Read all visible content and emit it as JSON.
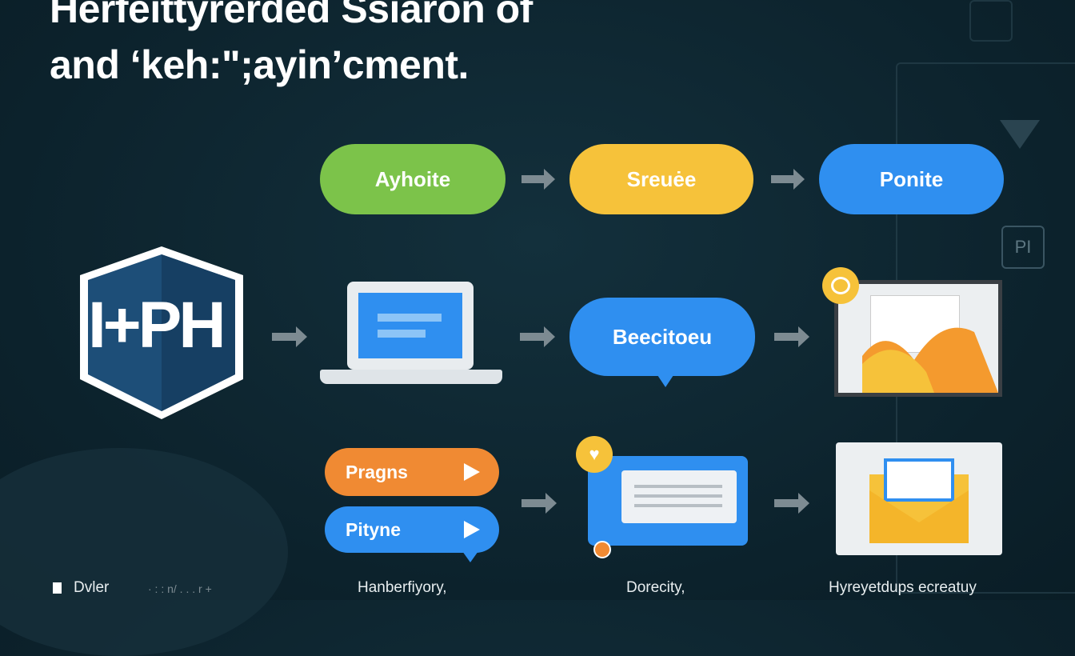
{
  "title": {
    "line1": "Herfeittyrerded Ssiaron of",
    "line2": "and ‘keh:\";ayin’cment."
  },
  "row1": {
    "pill1": "Ayhoite",
    "pill2": "Sreuėe",
    "pill3": "Ponite"
  },
  "logo": {
    "text": "I+PH"
  },
  "row2": {
    "bubble": "Beecitoeu"
  },
  "row3": {
    "pill_orange": "Pragns",
    "pill_blue": "Pityne"
  },
  "side": {
    "badge": "PI"
  },
  "footer": {
    "legend": "Dvler",
    "legend_extra": "· : : n/  . . . r +",
    "label1": "Hanberfiyory,",
    "label2": "Dorecity,",
    "label3": "Hyreyetdups ecreatuy"
  },
  "colors": {
    "green": "#7cc34a",
    "yellow": "#f6c23a",
    "blue": "#2f8ff0",
    "orange": "#f08a33",
    "bg": "#0e2630"
  }
}
